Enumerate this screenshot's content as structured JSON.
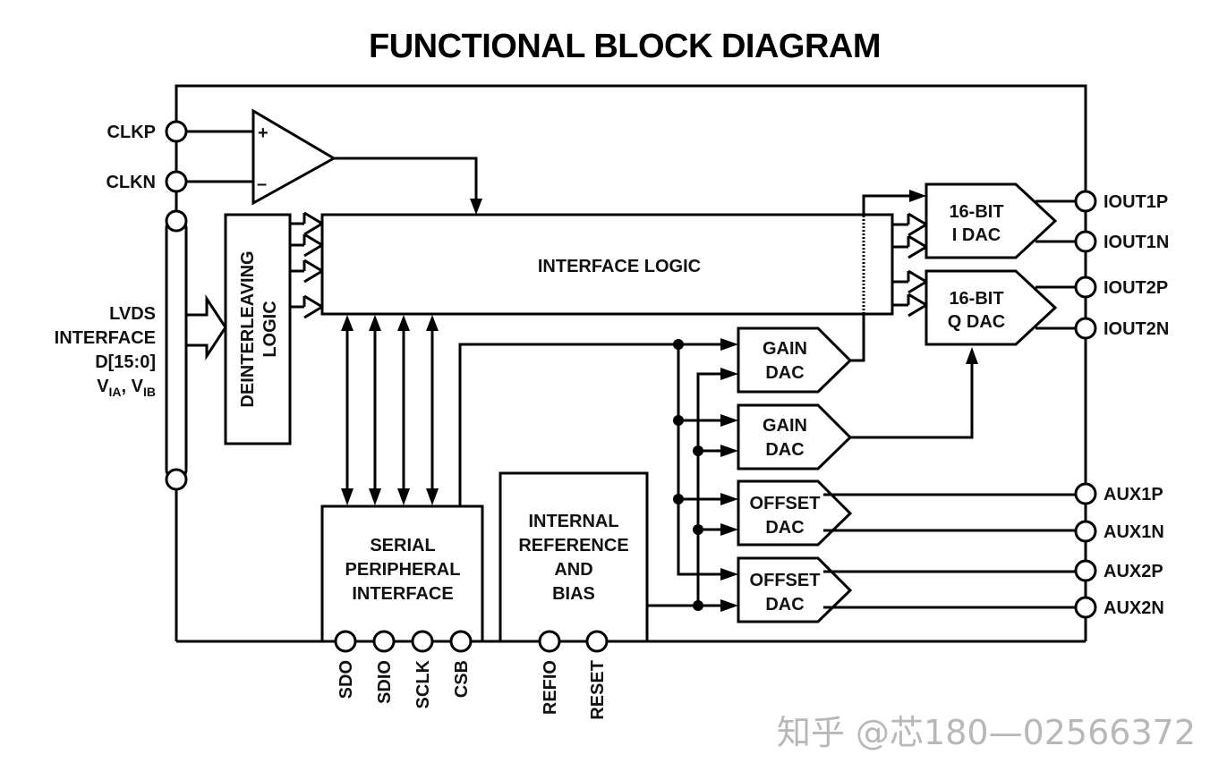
{
  "title": "FUNCTIONAL BLOCK DIAGRAM",
  "blocks": {
    "interface_logic": "INTERFACE LOGIC",
    "deinterleaving": [
      "DEINTERLEAVING",
      "LOGIC"
    ],
    "i_dac": [
      "16-BIT",
      "I DAC"
    ],
    "q_dac": [
      "16-BIT",
      "Q DAC"
    ],
    "gain_dac_1": [
      "GAIN",
      "DAC"
    ],
    "gain_dac_2": [
      "GAIN",
      "DAC"
    ],
    "offset_dac_1": [
      "OFFSET",
      "DAC"
    ],
    "offset_dac_2": [
      "OFFSET",
      "DAC"
    ],
    "spi": [
      "SERIAL",
      "PERIPHERAL",
      "INTERFACE"
    ],
    "reference": [
      "INTERNAL",
      "REFERENCE",
      "AND",
      "BIAS"
    ]
  },
  "comparator": {
    "plus": "+",
    "minus": "–"
  },
  "pins": {
    "left": {
      "clkp": "CLKP",
      "clkn": "CLKN"
    },
    "lvds": {
      "line1": "LVDS",
      "line2": "INTERFACE",
      "line3": "D[15:0]",
      "v": "V",
      "ia": "IA",
      "sep": ", ",
      "ib": "IB"
    },
    "right": [
      "IOUT1P",
      "IOUT1N",
      "IOUT2P",
      "IOUT2N",
      "AUX1P",
      "AUX1N",
      "AUX2P",
      "AUX2N"
    ],
    "bottom": [
      "SDO",
      "SDIO",
      "SCLK",
      "CSB",
      "REFIO",
      "RESET"
    ]
  },
  "watermark": "知乎 @芯180—02566372"
}
